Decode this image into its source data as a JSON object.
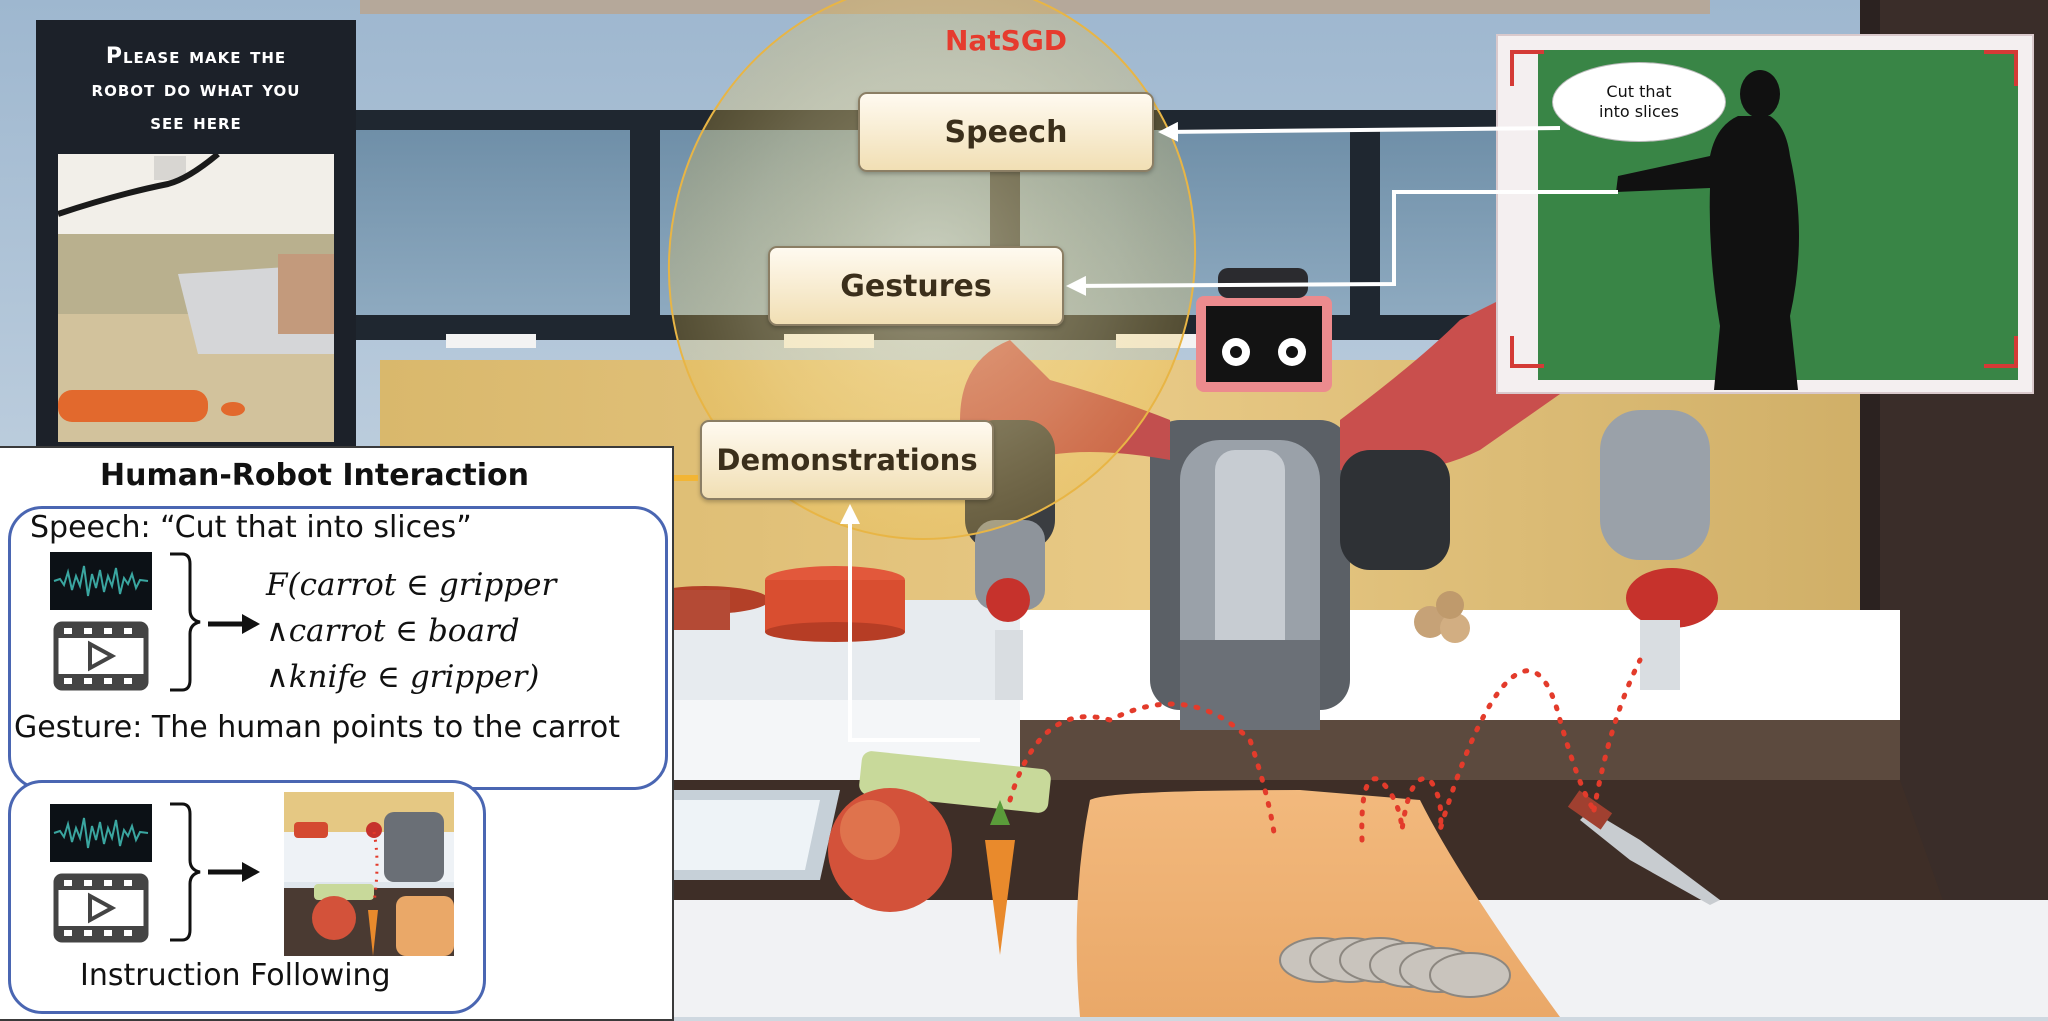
{
  "instruction_panel": {
    "line1": "Please make the",
    "line2": "robot do what you",
    "line3": "see here"
  },
  "natsgd": {
    "title": "NatSGD",
    "speech_label": "Speech",
    "gestures_label": "Gestures",
    "demonstrations_label": "Demonstrations"
  },
  "video": {
    "bubble_line1": "Cut that",
    "bubble_line2": "into slices"
  },
  "hri": {
    "title": "Human-Robot Interaction",
    "speech": "Speech: “Cut that into slices”",
    "formula_line1": "F(carrot ∈ gripper",
    "formula_line2": "∧carrot ∈ board",
    "formula_line3": "∧knife ∈ gripper)",
    "gesture": "Gesture: The human points to the carrot",
    "instruction_following": "Instruction Following"
  },
  "colors": {
    "natsgd_red": "#e63b2e",
    "box_border_blue": "#4a66b2",
    "arrow_yellow": "#f2b535",
    "trajectory_red": "#e33b2b"
  },
  "icons": [
    "audio-waveform-icon",
    "video-film-icon",
    "right-arrow-icon",
    "bracket-icon"
  ]
}
